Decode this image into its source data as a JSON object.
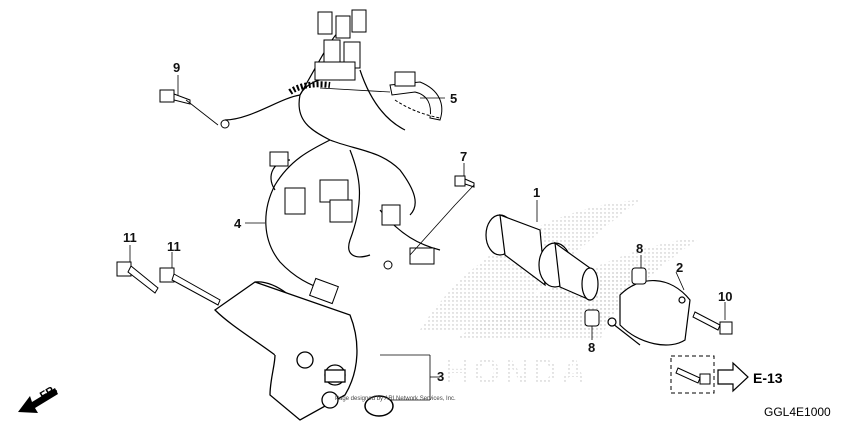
{
  "callouts": {
    "c1": "1",
    "c2": "2",
    "c3": "3",
    "c4": "4",
    "c5": "5",
    "c7": "7",
    "c8a": "8",
    "c8b": "8",
    "c9": "9",
    "c10": "10",
    "c11a": "11",
    "c11b": "11"
  },
  "reference": "E-13",
  "front_marker": "FR.",
  "figure_code": "GGL4E1000",
  "copyright_text": "Page designed by ARI Network Services, Inc.",
  "watermark_brand": "HONDA"
}
